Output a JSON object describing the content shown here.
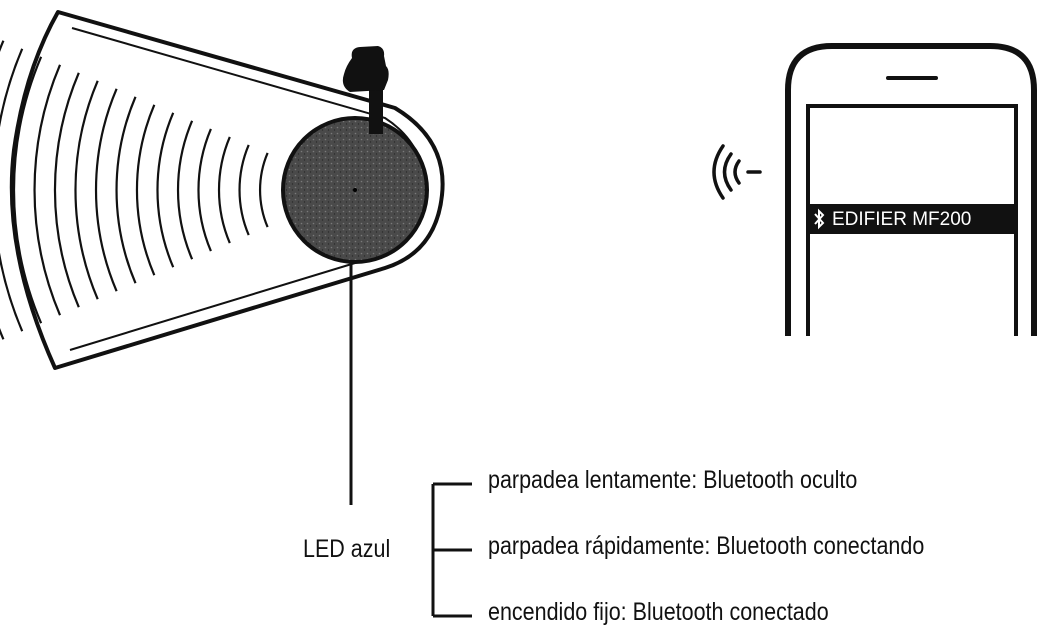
{
  "phone": {
    "device_name": "EDIFIER MF200",
    "bluetooth_icon": "bluetooth-icon",
    "signal_icon": "wireless-signal-icon"
  },
  "speaker": {
    "button_icon": "hand-press-icon"
  },
  "legend": {
    "title": "LED azul",
    "items": [
      "parpadea lentamente: Bluetooth oculto",
      "parpadea rápidamente: Bluetooth conectando",
      "encendido fijo: Bluetooth conectado"
    ]
  },
  "colors": {
    "ink": "#111111",
    "button_fill": "#4a4a4a",
    "name_bar": "#111111"
  }
}
